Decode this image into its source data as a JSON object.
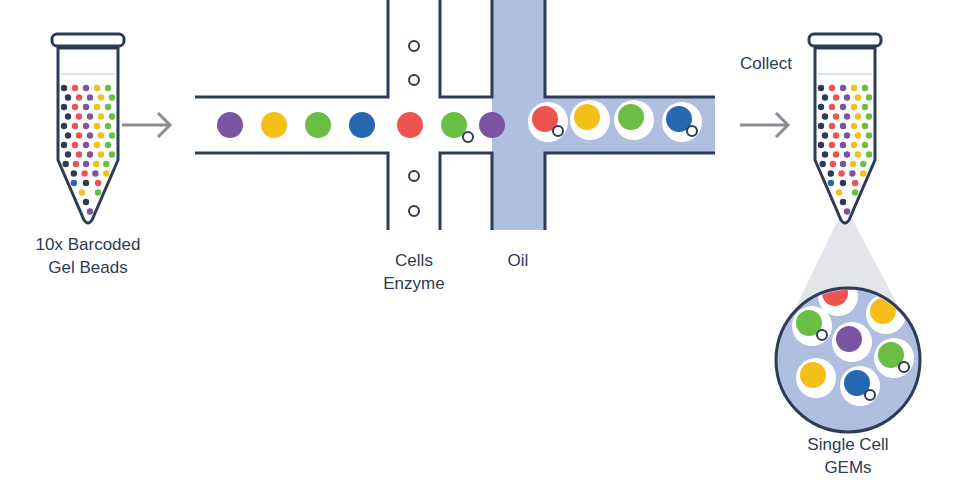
{
  "diagram": {
    "labels": [
      "10x Barcoded Gel Beads",
      "Cells Enzyme",
      "Oil",
      "Collect",
      "Single Cell GEMs"
    ]
  }
}
